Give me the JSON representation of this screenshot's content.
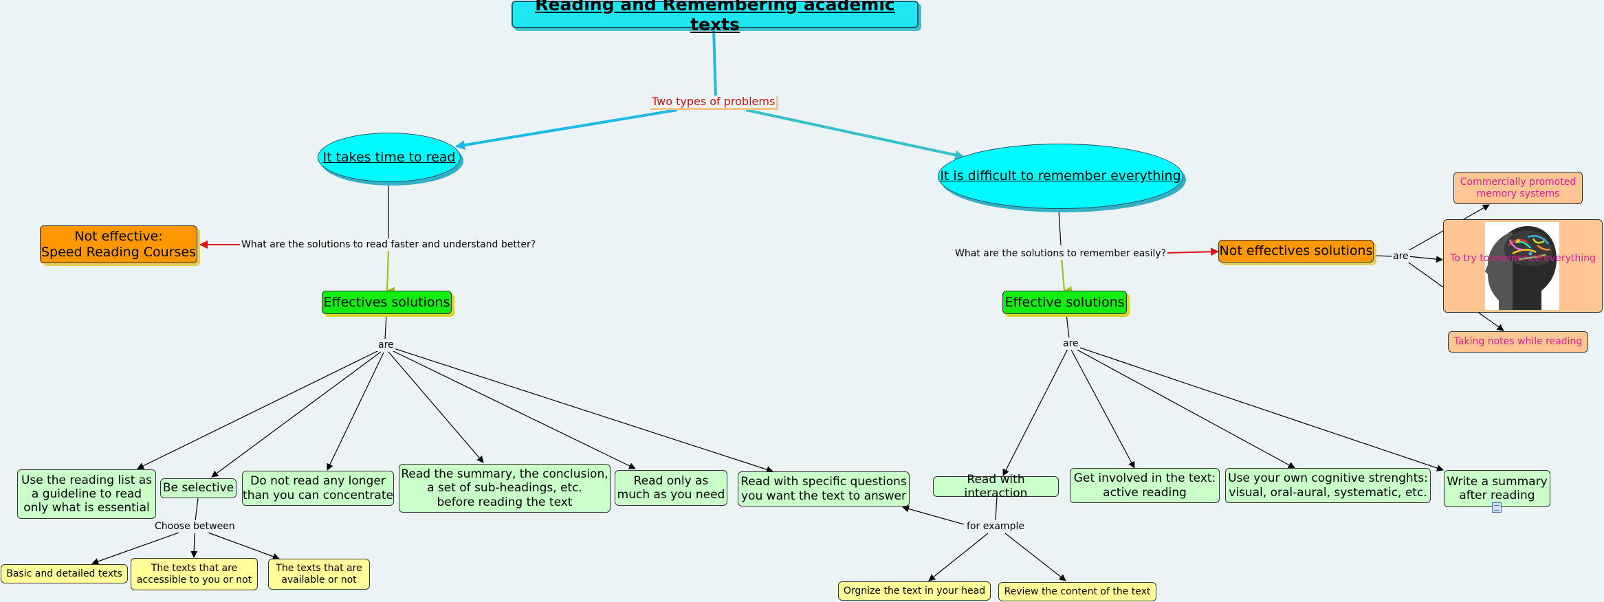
{
  "title": "Reading and Remembering academic texts",
  "link_two_types": "Two types of problems",
  "problem_time": "It takes time to read",
  "problem_remember": "It is difficult to remember everything",
  "left": {
    "question": "What are the solutions to read faster and understand better?",
    "not_effective": "Not effective:\nSpeed Reading Courses",
    "effective": "Effectives solutions",
    "are": "are",
    "solutions": [
      "Use the reading list as\na guideline to read\nonly what is essential",
      "Be selective",
      "Do not read any longer\nthan you can concentrate",
      "Read the summary, the conclusion,\na set of sub-headings, etc.\nbefore reading the text",
      "Read only as\nmuch as you need",
      "Read with specific questions\nyou want the text to answer"
    ],
    "choose_between": "Choose between",
    "choices": [
      "Basic and detailed texts",
      "The texts that are\naccessible to you or not",
      "The texts that are\navailable or not"
    ]
  },
  "right": {
    "question": "What are the solutions to remember easily?",
    "not_effective": "Not effectives solutions",
    "are_not": "are",
    "not_effective_items": [
      "Commercially promoted\nmemory systems",
      "To try to memorize everything",
      "Taking notes while reading"
    ],
    "effective": "Effective solutions",
    "are": "are",
    "solutions": [
      "Read with interaction",
      "Get involved in the text:\nactive reading",
      "Use your own cognitive strenghts:\nvisual, oral-aural, systematic, etc.",
      "Write a summary\nafter reading"
    ],
    "for_example": "for example",
    "examples": [
      "Orgnize the text in your head",
      "Review the content of the text"
    ]
  },
  "colors": {
    "background": "#ecf3f4",
    "title": "#1ee7f2",
    "problem": "#00fbff",
    "not_effective": "#ff9800",
    "effective": "#12ee12",
    "solution": "#c9ffc9",
    "example": "#ffff99",
    "memory": "#ffc593",
    "arrow_cyan": "#1fb9e6",
    "arrow_red": "#e01010",
    "arrow_olive": "#9ac219"
  },
  "icons": [
    "brain-head-image",
    "note-icon"
  ]
}
